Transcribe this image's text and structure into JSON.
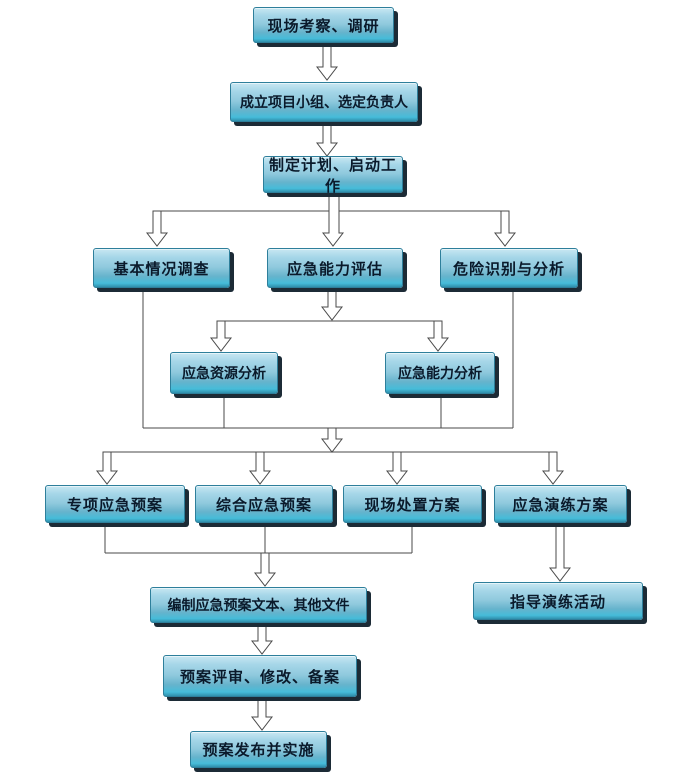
{
  "diagram": {
    "type": "flowchart",
    "background": "#ffffff",
    "nodes": [
      {
        "id": "site-survey",
        "label": "现场考察、调研"
      },
      {
        "id": "form-team",
        "label": "成立项目小组、选定负责人"
      },
      {
        "id": "make-plan",
        "label": "制定计划、启动工作"
      },
      {
        "id": "basic-survey",
        "label": "基本情况调查"
      },
      {
        "id": "capability-eval",
        "label": "应急能力评估"
      },
      {
        "id": "hazard-analysis",
        "label": "危险识别与分析"
      },
      {
        "id": "resource-analysis",
        "label": "应急资源分析"
      },
      {
        "id": "capability-analysis",
        "label": "应急能力分析"
      },
      {
        "id": "special-plan",
        "label": "专项应急预案"
      },
      {
        "id": "comprehensive-plan",
        "label": "综合应急预案"
      },
      {
        "id": "onsite-plan",
        "label": "现场处置方案"
      },
      {
        "id": "drill-plan",
        "label": "应急演练方案"
      },
      {
        "id": "guide-drill",
        "label": "指导演练活动"
      },
      {
        "id": "compile-docs",
        "label": "编制应急预案文本、其他文件"
      },
      {
        "id": "review-plan",
        "label": "预案评审、修改、备案"
      },
      {
        "id": "publish-plan",
        "label": "预案发布并实施"
      }
    ],
    "edges": [
      {
        "from": "site-survey",
        "to": "form-team",
        "style": "hollow-arrow"
      },
      {
        "from": "form-team",
        "to": "make-plan",
        "style": "hollow-arrow"
      },
      {
        "from": "make-plan",
        "to": "basic-survey",
        "style": "hollow-arrow"
      },
      {
        "from": "make-plan",
        "to": "capability-eval",
        "style": "hollow-arrow"
      },
      {
        "from": "make-plan",
        "to": "hazard-analysis",
        "style": "hollow-arrow"
      },
      {
        "from": "capability-eval",
        "to": "resource-analysis",
        "style": "hollow-arrow"
      },
      {
        "from": "capability-eval",
        "to": "capability-analysis",
        "style": "hollow-arrow"
      },
      {
        "from": "basic-survey",
        "to": "merge-junction",
        "style": "line"
      },
      {
        "from": "resource-analysis",
        "to": "merge-junction",
        "style": "line"
      },
      {
        "from": "capability-analysis",
        "to": "merge-junction",
        "style": "line"
      },
      {
        "from": "hazard-analysis",
        "to": "merge-junction",
        "style": "line"
      },
      {
        "from": "merge-junction",
        "to": "special-plan",
        "style": "hollow-arrow"
      },
      {
        "from": "merge-junction",
        "to": "comprehensive-plan",
        "style": "hollow-arrow"
      },
      {
        "from": "merge-junction",
        "to": "onsite-plan",
        "style": "hollow-arrow"
      },
      {
        "from": "merge-junction",
        "to": "drill-plan",
        "style": "hollow-arrow"
      },
      {
        "from": "special-plan",
        "to": "compile-docs",
        "style": "line-merge"
      },
      {
        "from": "comprehensive-plan",
        "to": "compile-docs",
        "style": "hollow-arrow"
      },
      {
        "from": "onsite-plan",
        "to": "compile-docs",
        "style": "line-merge"
      },
      {
        "from": "drill-plan",
        "to": "guide-drill",
        "style": "hollow-arrow"
      },
      {
        "from": "compile-docs",
        "to": "review-plan",
        "style": "hollow-arrow"
      },
      {
        "from": "review-plan",
        "to": "publish-plan",
        "style": "hollow-arrow"
      }
    ],
    "colors": {
      "node_fill_top": "#c8e7f2",
      "node_fill_mid": "#8fc9dd",
      "node_fill_bottom": "#2f8fac",
      "node_border": "#2e7f9b",
      "node_shadow": "#1c2b36",
      "node_text": "#0a1a2b",
      "connector_stroke": "#4a4a4a",
      "arrow_fill": "#ffffff",
      "background": "#ffffff"
    }
  }
}
